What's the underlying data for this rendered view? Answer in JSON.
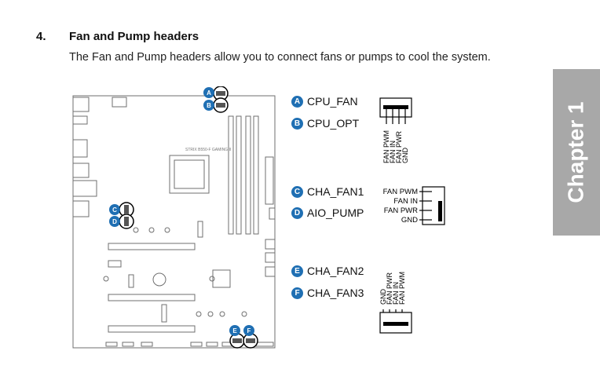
{
  "section": {
    "number": "4.",
    "title": "Fan and Pump headers",
    "description": "The Fan and Pump headers allow you to connect fans or pumps to cool the system."
  },
  "chapter_tab": {
    "label": "Chapter 1"
  },
  "board_label": "STRIX B550-F GAMING II",
  "headers": [
    {
      "badge": "A",
      "name": "CPU_FAN"
    },
    {
      "badge": "B",
      "name": "CPU_OPT"
    },
    {
      "badge": "C",
      "name": "CHA_FAN1"
    },
    {
      "badge": "D",
      "name": "AIO_PUMP"
    },
    {
      "badge": "E",
      "name": "CHA_FAN2"
    },
    {
      "badge": "F",
      "name": "CHA_FAN3"
    }
  ],
  "pinouts": {
    "top": [
      "FAN PWM",
      "FAN IN",
      "FAN PWR",
      "GND"
    ],
    "middle": [
      "FAN PWM",
      "FAN IN",
      "FAN PWR",
      "GND"
    ],
    "bottom": [
      "GND",
      "FAN PWR",
      "FAN IN",
      "FAN PWM"
    ]
  },
  "colors": {
    "badge": "#1f6fb3",
    "chapter_tab": "#a8a8a8",
    "outline": "#6f6f6f"
  }
}
